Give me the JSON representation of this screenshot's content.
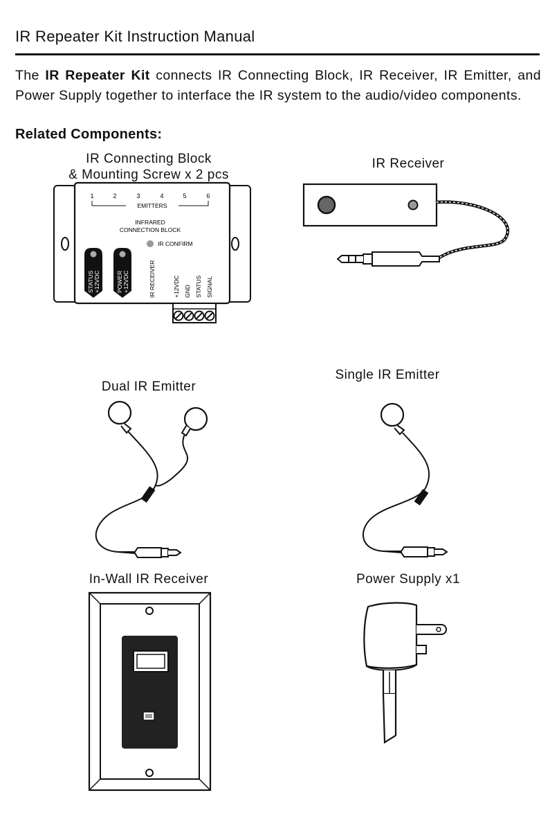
{
  "header": {
    "title": "IR Repeater Kit Instruction Manual"
  },
  "intro": {
    "pre": "The ",
    "bold": "IR Repeater Kit",
    "post": " connects IR Connecting Block, IR Receiver, IR Emitter, and Power Supply together to interface the IR system to the audio/video components."
  },
  "related_heading": "Related Components:",
  "components": {
    "block": {
      "caption_line1": "IR Connecting Block",
      "caption_line2": "& Mounting Screw x 2 pcs",
      "emitter_numbers": [
        "1",
        "2",
        "3",
        "4",
        "5",
        "6"
      ],
      "emitters_label": "EMITTERS",
      "infrared_label": "INFRARED",
      "connection_label": "CONNECTION BLOCK",
      "ir_confirm_label": "IR CONFIRM",
      "status_label": "STATUS",
      "status_volt": "+12VDC",
      "power_label": "POWER",
      "power_volt": "+12VDC",
      "ir_receiver_label": "IR RECEIVER",
      "terminal_labels": [
        "+12VDC",
        "GND",
        "STATUS",
        "SIGNAL"
      ]
    },
    "receiver": {
      "caption": "IR Receiver"
    },
    "dual_emitter": {
      "caption": "Dual IR Emitter"
    },
    "single_emitter": {
      "caption": "Single IR Emitter"
    },
    "inwall_receiver": {
      "caption": "In-Wall IR Receiver"
    },
    "power_supply": {
      "caption": "Power Supply x1"
    }
  }
}
